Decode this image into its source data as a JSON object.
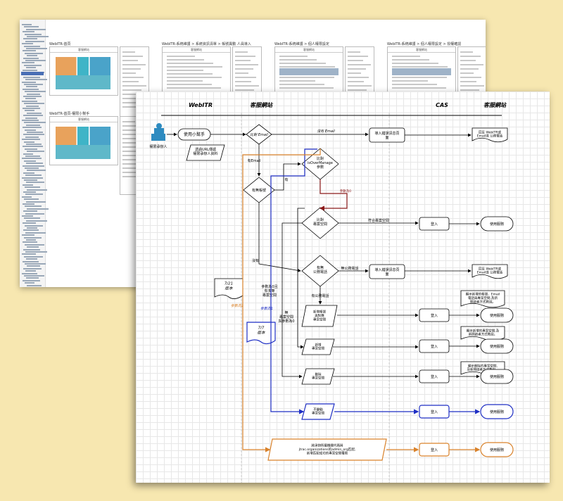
{
  "back_page": {
    "thumbnails": [
      {
        "title": "WebITR-首頁",
        "header": "客服網站"
      },
      {
        "title": "WebITR-系統維護 > 系統資訊清單 > 帳號異動 人員導入",
        "header": "客服網站"
      },
      {
        "title": "WebITR-系統維護 > 個人權限設定",
        "header": "客服網站"
      },
      {
        "title": "WebITR-系統維護 > 個人權限設定 > 授權確認",
        "header": "客服網站"
      },
      {
        "title": "WebITR-首頁-權限小幫手",
        "header": "客服網站"
      }
    ]
  },
  "diagram": {
    "lanes": [
      "WebITR",
      "客服網站",
      "CAS",
      "客服網站"
    ],
    "actor": "權限承辦人",
    "start": "使用小幫手",
    "start_note": "透過URL傳遞\n權限承辦人資料",
    "decisions": {
      "compare_email": "比對 Email",
      "has_account": "有無帳號",
      "compare_overmanage": "比對\nisOverManage\n參數",
      "compare_space": "比對\n專案空間",
      "has_public_phone": "有無\n公務電話"
    },
    "edge_labels": {
      "no_email": "沒有 Email",
      "has_email": "有Email",
      "has": "有",
      "param_0": "參數為0",
      "match_space": "符合專案空間",
      "none": "沒有",
      "no_public_phone": "無公務電話",
      "has_public_phone": "有公務電話",
      "param_0_multi": "參數為0且\n有多筆\n專案空間",
      "param_1_blue": "參數為1",
      "param_1_orange": "參數為1",
      "no_space_or_0": "無\n專案空間\n與參數為0"
    },
    "processes": {
      "import_error_1": "導入錯誤訊息頁\n面",
      "import_error_2": "導入錯誤訊息頁\n面",
      "login": "登入",
      "use_service": "使用服務"
    },
    "data_nodes": {
      "new_account": "新增帳號\n與對應\n專案空間",
      "new_space": "新增\n專案空間",
      "delete_space": "刪除\n專案空間",
      "no_change": "不變動\n專案空間",
      "org_banner": "將承辦所屬機關代碼與\njtrac.organizations的admin_org匹配,\n新增匹配成功的專案空間權限"
    },
    "notes": {
      "contact_1": "回至 WebITR或\nEmail或 公務電話",
      "contact_2": "回至 WebITR或\nEmail或 公務電話",
      "n_new_account": "顯示新增的帳號、Email\n電話與專案空間,及新\n開啟者方式教說。",
      "n_new_space": "顯示新增的專案空間,及\n新開啟者方式教說。",
      "n_delete_space": "顯示刪除的專案空間,\n及新開啟者方式教說。"
    },
    "versions": {
      "v721": "7/21\n版本",
      "v77": "7/7\n版本"
    },
    "colors": {
      "orange": "#d9822b",
      "blue": "#1f2fc4",
      "darkred": "#8b1a1a",
      "actor": "#2e8bc0"
    }
  }
}
